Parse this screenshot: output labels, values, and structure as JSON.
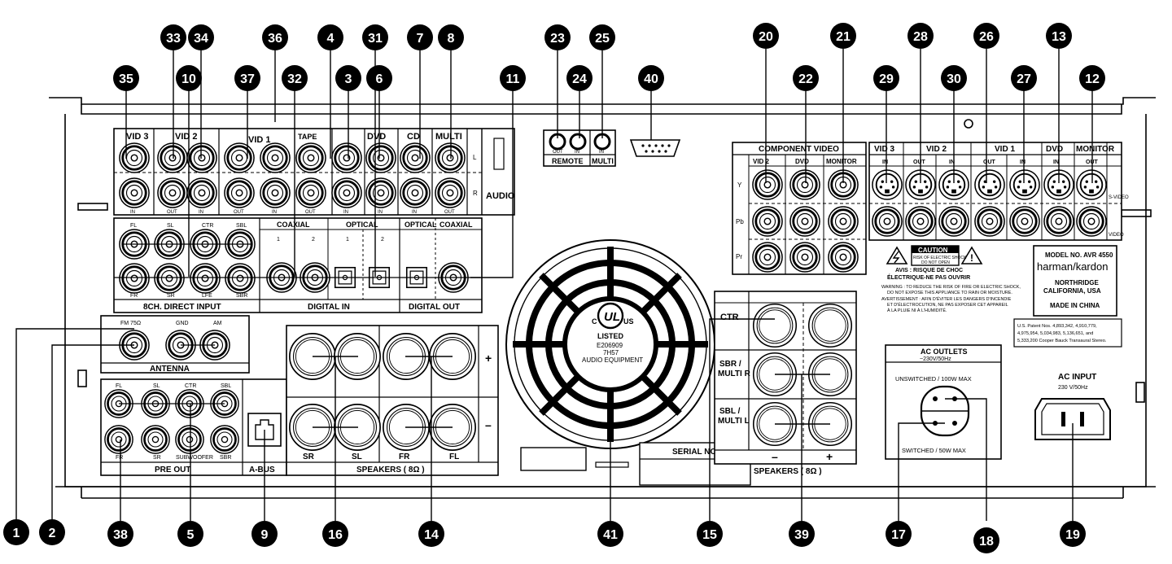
{
  "sections": {
    "audio": "AUDIO",
    "tape": "TAPE",
    "direct_input": "8CH. DIRECT INPUT",
    "digital_in": "DIGITAL IN",
    "digital_out": "DIGITAL OUT",
    "coaxial": "COAXIAL",
    "optical": "OPTICAL",
    "antenna": "ANTENNA",
    "pre_out": "PRE OUT",
    "a_bus": "A-BUS",
    "speakers": "SPEAKERS ( 8Ω )",
    "speakers_right": "SPEAKERS ( 8Ω )",
    "remote": "REMOTE",
    "multi": "MULTI",
    "component_video": "COMPONENT VIDEO",
    "serial_no": "SERIAL NO.",
    "ac_input": "AC INPUT",
    "ac_input_spec": "230 V/50Hz",
    "ac_outlets": "AC OUTLETS",
    "ac_outlets_spec": "~230V/50Hz",
    "unswitched": "UNSWITCHED / 100W MAX",
    "switched": "SWITCHED / 50W MAX",
    "s_video": "S-VIDEO",
    "video": "VIDEO"
  },
  "audio_columns": [
    "VID 3",
    "VID 2",
    "VID 1",
    "DVD",
    "CD",
    "MULTI"
  ],
  "lr": {
    "l": "L",
    "r": "R"
  },
  "jack_labels": {
    "in": "IN",
    "out": "OUT"
  },
  "channels": {
    "fl": "FL",
    "sl": "SL",
    "ctr": "CTR",
    "sbl": "SBL",
    "fr": "FR",
    "sr": "SR",
    "lfe": "LFE",
    "sbr": "SBR",
    "subwoofer": "SUBWOOFER"
  },
  "antenna": {
    "fm": "FM 75Ω",
    "gnd": "GND",
    "am": "AM"
  },
  "digital_nums": {
    "one": "1",
    "two": "2"
  },
  "speaker_labels": [
    "SR",
    "SL",
    "FR",
    "FL"
  ],
  "polarity": {
    "plus": "+",
    "minus": "–"
  },
  "center_speakers": {
    "ctr": "CTR",
    "sbr": "SBR /",
    "multi_r": "MULTI R",
    "sbl": "SBL /",
    "multi_l": "MULTI L"
  },
  "component": {
    "cols": [
      "VID 2",
      "DVD",
      "MONITOR"
    ],
    "rows": [
      "Y",
      "Pb",
      "Pr"
    ]
  },
  "svideo_cols": [
    "VID 3",
    "VID 2",
    "VID 1",
    "DVD",
    "MONITOR"
  ],
  "ul": {
    "c": "C",
    "us": "US",
    "listed": "LISTED",
    "code1": "E206909",
    "code2": "7H57",
    "equipment": "AUDIO EQUIPMENT"
  },
  "caution": {
    "title": "CAUTION",
    "sub1": "RISK OF ELECTRIC SHOCK",
    "sub2": "DO NOT OPEN",
    "avis1": "AVIS : RISQUE DE CHOC",
    "avis2": "ÉLECTRIQUE-NE PAS OUVRIR",
    "warning1": "WARNING : TO REDUCE THE RISK OF FIRE OR ELECTRIC SHOCK,",
    "warning2": "DO NOT EXPOSE THIS APPLIANCE TO RAIN OR MOISTURE.",
    "avert1": "AVERTISSEMENT : AFIN D'ÉVITER LES DANGERS D'INCENDIE",
    "avert2": "ET D'ÉLECTROCUTION, NE PAS EXPOSER CET APPAREIL",
    "avert3": "À LA PLUIE NI À L'HUMIDITÉ."
  },
  "model": {
    "model_no": "MODEL NO. AVR 4550",
    "brand": "harman/kardon",
    "city": "NORTHRIDGE",
    "state": "CALIFORNIA, USA",
    "made": "MADE IN CHINA"
  },
  "patents": {
    "l1": "U.S. Patent Nos. 4,893,342,  4,910,779,",
    "l2": "4,975,954,  5,034,983,  5,136,651,  and",
    "l3": "5,333,200  Cooper Bauck Transaural Stereo."
  },
  "callouts": [
    "35",
    "33",
    "10",
    "34",
    "37",
    "36",
    "32",
    "4",
    "3",
    "31",
    "6",
    "7",
    "8",
    "11",
    "23",
    "24",
    "25",
    "40",
    "20",
    "22",
    "21",
    "29",
    "28",
    "30",
    "26",
    "27",
    "13",
    "12",
    "1",
    "2",
    "38",
    "5",
    "9",
    "16",
    "14",
    "41",
    "15",
    "39",
    "17",
    "18",
    "19"
  ]
}
